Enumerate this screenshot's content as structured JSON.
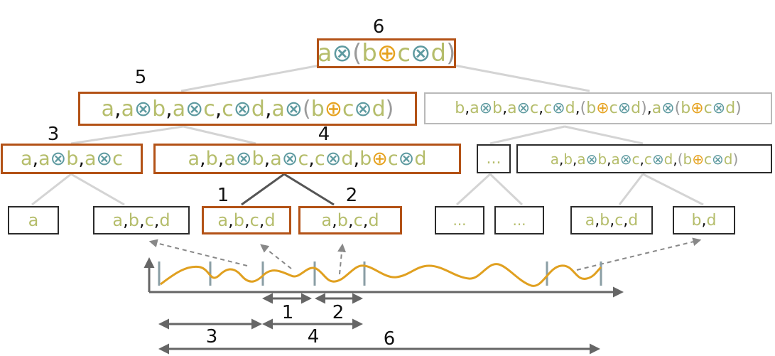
{
  "colors": {
    "highlight_border": "#b35216",
    "plain_border": "#2b2b2b",
    "light_border": "#b9b9b9",
    "operand_text": "#b5bd6b",
    "times_operator": "#5e9aa0",
    "plus_operator": "#e6a21f",
    "paren": "#9a9a9a",
    "signal_curve": "#e0a020",
    "tree_edge_light": "#d4d4d4",
    "tree_edge_dark": "#555555",
    "axis": "#666666"
  },
  "nodes": {
    "root": "a⊗(b⊕c⊗d)",
    "n5": "a,a⊗b,a⊗c,c⊗d,a⊗(b⊕c⊗d)",
    "right_top": "b,a⊗b,a⊗c,c⊗d,(b⊕c⊗d),a⊗(b⊕c⊗d)",
    "n3": "a,a⊗b,a⊗c",
    "n4": "a,b,a⊗b,a⊗c,c⊗d,b⊕c⊗d",
    "ellipsis_mid": "...",
    "right_mid": "a,b,a⊗b,a⊗c,c⊗d,(b⊕c⊗d)",
    "leaf_a": "a",
    "leaf_abcd": "a,b,c,d",
    "leaf_1": "a,b,c,d",
    "leaf_2": "a,b,c,d",
    "leaf_ell1": "...",
    "leaf_ell2": "...",
    "leaf_abcd_right": "a,b,c,d",
    "leaf_bd": "b,d"
  },
  "node_labels": {
    "root": "6",
    "n5": "5",
    "n3": "3",
    "n4": "4",
    "leaf_1": "1",
    "leaf_2": "2"
  },
  "interval_labels": {
    "i1": "1",
    "i2": "2",
    "i3": "3",
    "i4": "4",
    "i6": "6"
  }
}
